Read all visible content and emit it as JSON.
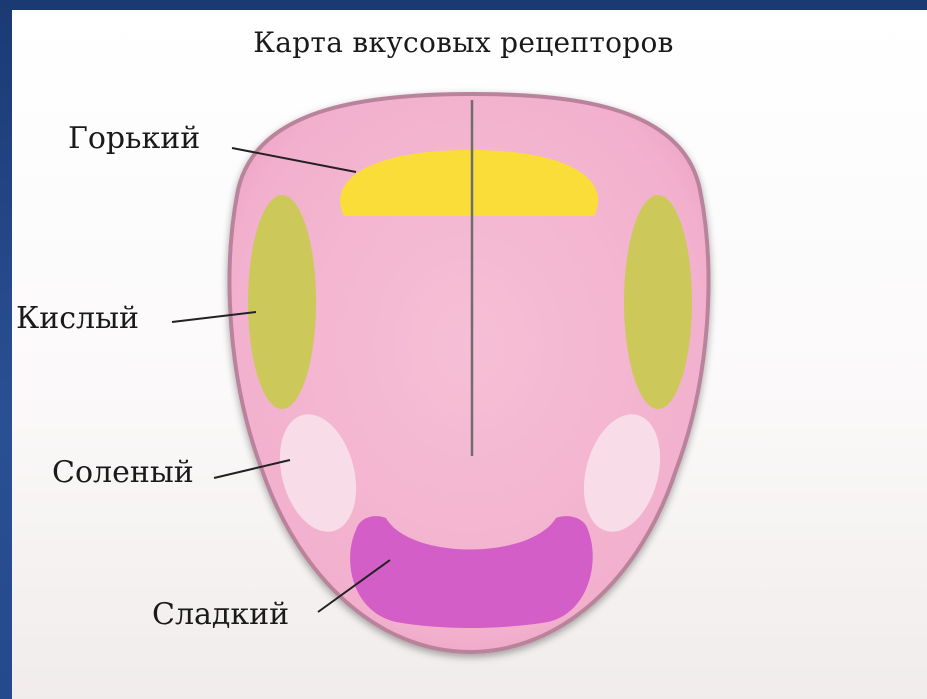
{
  "title": "Карта вкусовых рецепторов",
  "labels": {
    "bitter": "Горький",
    "sour": "Кислый",
    "salty": "Соленый",
    "sweet": "Сладкий"
  },
  "colors": {
    "frame": "#1e3f7a",
    "tongue": "#f3b4cf",
    "tongue_edge": "#cf8aa8",
    "bitter": "#fbdd3a",
    "sour": "#cdc85a",
    "salty": "#f8dde8",
    "sweet": "#d35ec7",
    "line": "#222222"
  }
}
